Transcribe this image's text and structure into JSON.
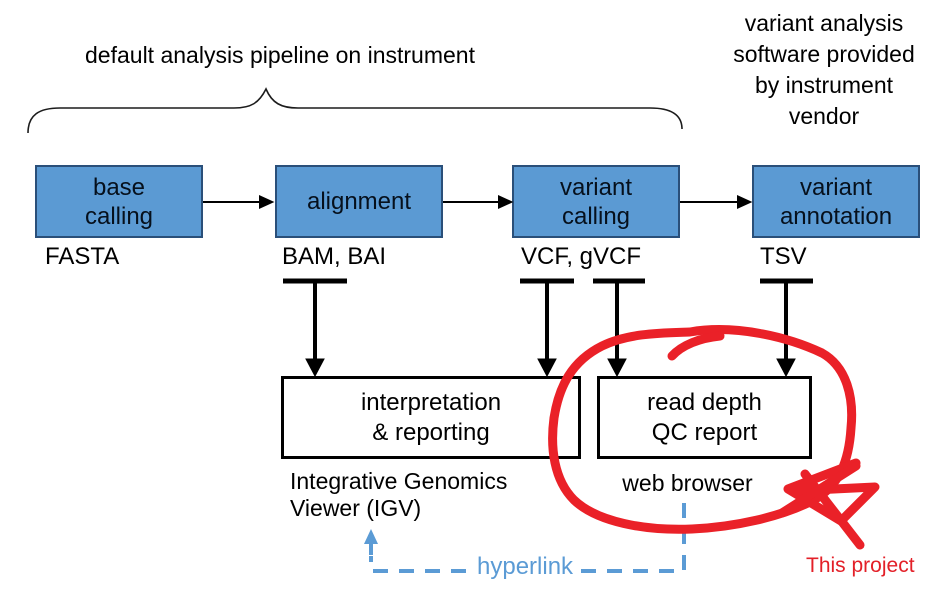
{
  "title": "default analysis pipeline on instrument",
  "vendor_note": "variant analysis\nsoftware provided\nby instrument\nvendor",
  "pipeline": {
    "boxes": [
      {
        "label": "base\ncalling",
        "format": "FASTA"
      },
      {
        "label": "alignment",
        "format": "BAM, BAI"
      },
      {
        "label": "variant\ncalling",
        "format": "VCF, gVCF"
      },
      {
        "label": "variant\nannotation",
        "format": "TSV"
      }
    ]
  },
  "outputs": {
    "interpretation_box": "interpretation\n& reporting",
    "interpretation_caption": "Integrative Genomics\nViewer (IGV)",
    "qc_box": "read depth\nQC report",
    "qc_caption": "web browser"
  },
  "hyperlink_label": "hyperlink",
  "annotation": {
    "label": "This project"
  },
  "colors": {
    "box_fill": "#5b9ad3",
    "box_border": "#2a4f79",
    "link_blue": "#5b9bd5",
    "annotation_red": "#ea2128"
  }
}
